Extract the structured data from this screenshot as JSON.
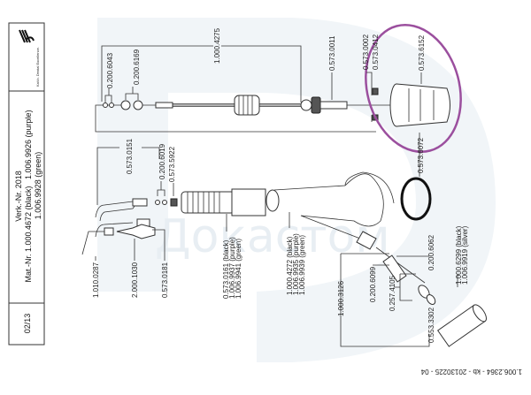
{
  "title_block": {
    "logo_text": "KaVo. Dental Excellence.",
    "verk_nr": "Verk.-Nr. 2018",
    "mat_nr_line1": "Mat.-Nr. 1.000.4672 (black)   1.006.9926 (purple)",
    "mat_nr_line2": "1.006.9928 (green)",
    "date": "02/13"
  },
  "watermark": "Докастом",
  "parts": {
    "p_0200_6043": "0.200.6043",
    "p_0200_6169": "0.200.6169",
    "p_1000_4275": "1.000.4275",
    "p_0573_0011": "0.573.0011",
    "p_0573_0002": "0.573.0002",
    "p_0573_0412": "0.573.0412",
    "p_0573_6152": "0.573.6152",
    "p_0573_6072": "0.573.6072",
    "p_0573_0151": "0.573.0151",
    "p_0200_6019": "0.200.6019",
    "p_0573_5922": "0.573.5922",
    "p_1010_0287": "1.010.0287",
    "p_2000_1030": "2.000.1030",
    "p_0573_0181": "0.573.0181",
    "p_0573_0161": [
      "0.573.0161 (black)",
      "1.006.9937 (purple)",
      "1.006.9941 (green)"
    ],
    "p_1000_4272": [
      "1.000.4272 (black)",
      "1.006.9935 (purple)",
      "1.006.9939 (green)"
    ],
    "p_1000_3126": "1.000.3126",
    "p_0200_6099": "0.200.6099",
    "p_0257_4105": "0.257.4105",
    "p_0200_6062": "0.200.6062",
    "p_0553_3302": "0.553.3302",
    "p_1000_6299": [
      "1.000.6299 (black)",
      "1.006.9919 (silver)"
    ]
  },
  "footer": "1.006.2364 - kb - 20130225 - 04",
  "colors": {
    "highlight": "#9b4f9e",
    "watermark": "#e8eef3"
  }
}
